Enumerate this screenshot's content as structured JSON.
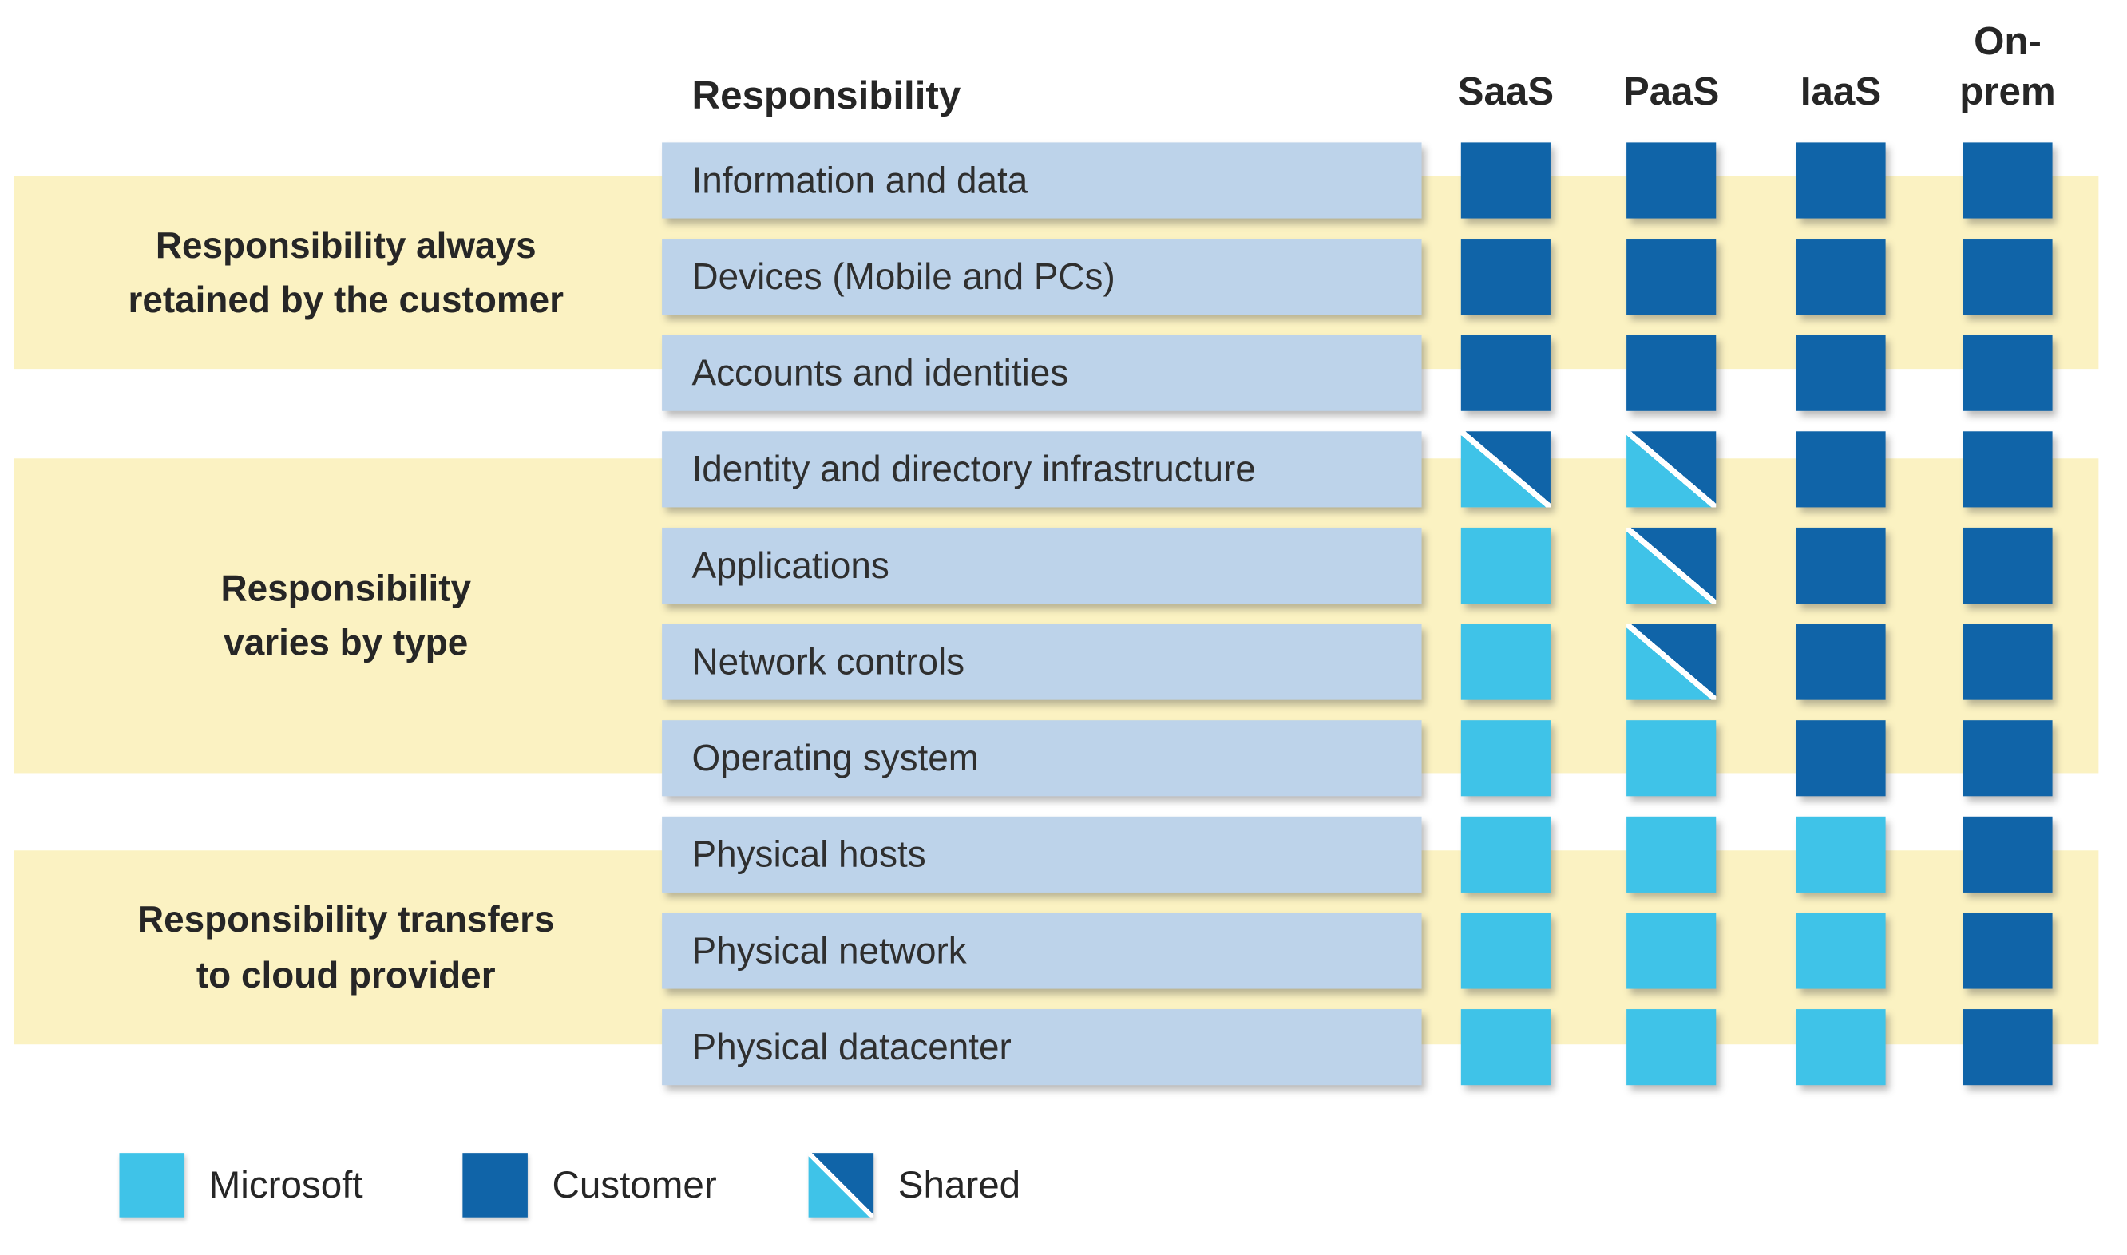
{
  "header": {
    "responsibility_label": "Responsibility",
    "columns": [
      "SaaS",
      "PaaS",
      "IaaS",
      "On-\nprem"
    ]
  },
  "groups": [
    {
      "label": "Responsibility always\nretained by the customer"
    },
    {
      "label": "Responsibility\nvaries by type"
    },
    {
      "label": "Responsibility transfers\nto cloud provider"
    }
  ],
  "rows": [
    {
      "label": "Information and data",
      "cells": [
        "customer",
        "customer",
        "customer",
        "customer"
      ]
    },
    {
      "label": "Devices (Mobile and PCs)",
      "cells": [
        "customer",
        "customer",
        "customer",
        "customer"
      ]
    },
    {
      "label": "Accounts and identities",
      "cells": [
        "customer",
        "customer",
        "customer",
        "customer"
      ]
    },
    {
      "label": "Identity and directory infrastructure",
      "cells": [
        "shared",
        "shared",
        "customer",
        "customer"
      ]
    },
    {
      "label": "Applications",
      "cells": [
        "microsoft",
        "shared",
        "customer",
        "customer"
      ]
    },
    {
      "label": "Network controls",
      "cells": [
        "microsoft",
        "shared",
        "customer",
        "customer"
      ]
    },
    {
      "label": "Operating system",
      "cells": [
        "microsoft",
        "microsoft",
        "customer",
        "customer"
      ]
    },
    {
      "label": "Physical hosts",
      "cells": [
        "microsoft",
        "microsoft",
        "microsoft",
        "customer"
      ]
    },
    {
      "label": "Physical network",
      "cells": [
        "microsoft",
        "microsoft",
        "microsoft",
        "customer"
      ]
    },
    {
      "label": "Physical datacenter",
      "cells": [
        "microsoft",
        "microsoft",
        "microsoft",
        "customer"
      ]
    }
  ],
  "legend": [
    {
      "label": "Microsoft",
      "type": "microsoft"
    },
    {
      "label": "Customer",
      "type": "customer"
    },
    {
      "label": "Shared",
      "type": "shared"
    }
  ],
  "colors": {
    "customer": "#1064a8",
    "microsoft": "#3fc3e8",
    "rowbox": "#bdd3ea",
    "band": "#fbf2c2",
    "text": "#2b2b2b"
  }
}
